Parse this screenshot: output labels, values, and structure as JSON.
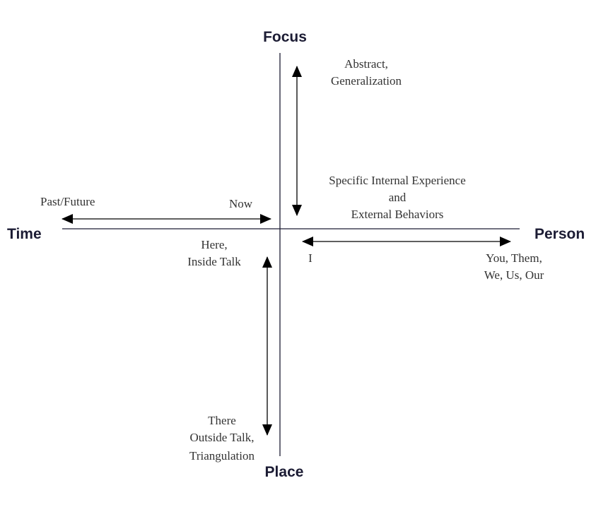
{
  "axes": {
    "top": "Focus",
    "bottom": "Place",
    "left": "Time",
    "right": "Person"
  },
  "focus": {
    "abstract": [
      "Abstract,",
      "Generalization"
    ],
    "specific": [
      "Specific Internal Experience",
      "and",
      "External Behaviors"
    ]
  },
  "time": {
    "past_future": "Past/Future",
    "now": "Now"
  },
  "person": {
    "self": "I",
    "others": [
      "You, Them,",
      "We, Us, Our"
    ]
  },
  "place": {
    "here": [
      "Here,",
      "Inside Talk"
    ],
    "there": [
      "There",
      "Outside Talk,",
      "Triangulation"
    ]
  },
  "colors": {
    "axis": "#1c1c34",
    "arrow": "#000000"
  }
}
